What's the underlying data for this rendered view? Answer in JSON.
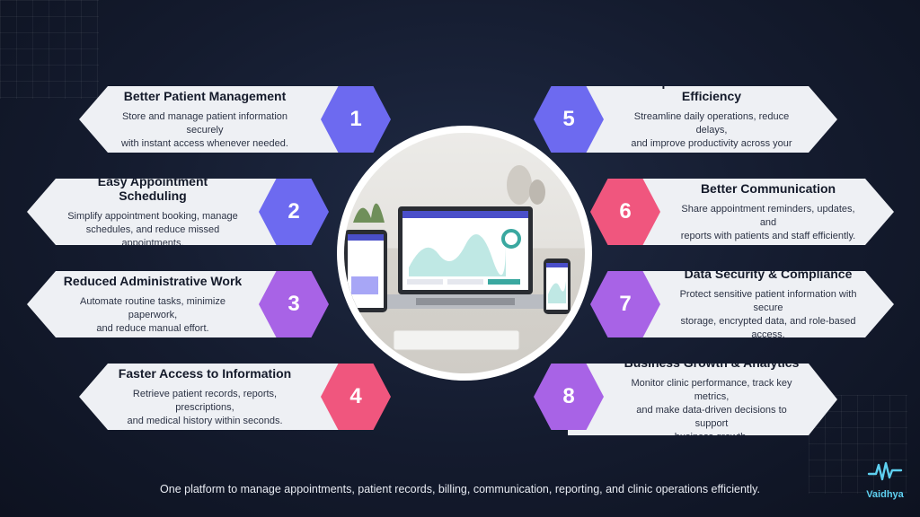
{
  "left_cards": [
    {
      "number": "1",
      "title": "Better Patient Management",
      "desc1": "Store and manage patient information securely",
      "desc2": "with instant access whenever needed."
    },
    {
      "number": "2",
      "title": "Easy Appointment Scheduling",
      "desc1": "Simplify appointment booking, manage",
      "desc2": "schedules, and reduce missed appointments."
    },
    {
      "number": "3",
      "title": "Reduced Administrative Work",
      "desc1": "Automate routine tasks, minimize paperwork,",
      "desc2": "and reduce manual effort."
    },
    {
      "number": "4",
      "title": "Faster Access to Information",
      "desc1": "Retrieve patient records, reports, prescriptions,",
      "desc2": "and medical history within seconds."
    }
  ],
  "right_cards": [
    {
      "number": "5",
      "title": "Improved Workflow & Efficiency",
      "desc1": "Streamline daily operations, reduce delays,",
      "desc2": "and improve productivity across your clinic.",
      "desc3": ""
    },
    {
      "number": "6",
      "title": "Better Communication",
      "desc1": "Share appointment reminders, updates, and",
      "desc2": "reports with patients and staff efficiently.",
      "desc3": ""
    },
    {
      "number": "7",
      "title": "Data Security & Compliance",
      "desc1": "Protect sensitive patient information with secure",
      "desc2": "storage, encrypted data, and role-based access.",
      "desc3": ""
    },
    {
      "number": "8",
      "title": "Business Growth & Analytics",
      "desc1": "Monitor clinic performance, track key metrics,",
      "desc2": "and make data-driven decisions to support",
      "desc3": "business growth."
    }
  ],
  "footer_text": "One platform to manage appointments, patient records, billing, communication, reporting, and clinic operations efficiently.",
  "logo": {
    "name": "Vaidhya",
    "icon": "heartbeat-logo-icon"
  },
  "colors": {
    "blue": "#6d6af0",
    "purple": "#a863e6",
    "pink": "#f0567e",
    "card": "#eef0f4",
    "background": "#141b2e",
    "logo": "#5ed0f0"
  }
}
